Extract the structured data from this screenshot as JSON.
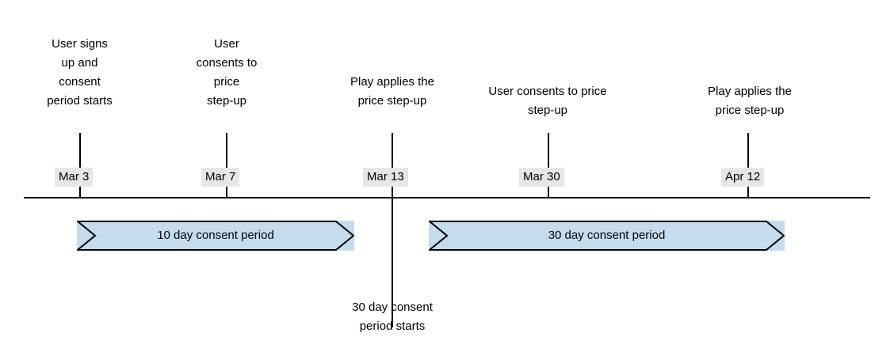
{
  "diagram": {
    "title": "Consent period price step-up timeline",
    "colors": {
      "bar_fill": "#c5dcee",
      "bar_stroke": "#000000",
      "chip_background": "#e6e6e6",
      "axis": "#000000",
      "text": "#000000",
      "page_background": "#ffffff"
    },
    "axis": {
      "orientation": "horizontal"
    },
    "events": [
      {
        "id": "signup",
        "date": "Mar 3",
        "description": "User signs\nup and\nconsent\nperiod starts"
      },
      {
        "id": "consent-10day",
        "date": "Mar 7",
        "description": "User\nconsents to\nprice\nstep-up"
      },
      {
        "id": "stepup-applied-1",
        "date": "Mar 13",
        "description": "Play applies the\nprice step-up"
      },
      {
        "id": "consent-30day",
        "date": "Mar 30",
        "description": "User consents to price\nstep-up"
      },
      {
        "id": "stepup-applied-2",
        "date": "Apr 12",
        "description": "Play applies the\nprice step-up"
      }
    ],
    "periods": [
      {
        "id": "period-10-day",
        "label": "10 day consent period"
      },
      {
        "id": "period-30-day",
        "label": "30 day consent period"
      }
    ],
    "annotations": [
      {
        "id": "period-30-start",
        "text": "30 day consent\nperiod starts"
      }
    ]
  }
}
